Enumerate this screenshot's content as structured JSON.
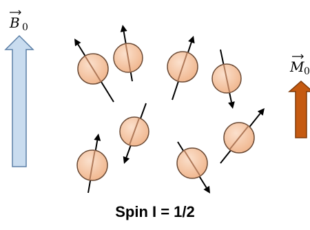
{
  "labels": {
    "b0_symbol": "B",
    "b0_subscript": "0",
    "m_symbol": "M",
    "m_subscript": "0",
    "caption": "Spin I = 1/2"
  },
  "colors": {
    "b0_arrow_fill": "#c9dcef",
    "b0_arrow_stroke": "#5b7fa6",
    "m_arrow_fill": "#c55a11",
    "m_arrow_stroke": "#7f3a0a",
    "sphere_fill": "#f6c7a6",
    "sphere_stroke": "#6b4a35",
    "spin_axis": "#000000"
  },
  "spins": [
    {
      "name": "spin-1",
      "direction": "up-left"
    },
    {
      "name": "spin-2",
      "direction": "up"
    },
    {
      "name": "spin-3",
      "direction": "up-right"
    },
    {
      "name": "spin-4",
      "direction": "down"
    },
    {
      "name": "spin-5",
      "direction": "down-left"
    },
    {
      "name": "spin-6",
      "direction": "up-right"
    },
    {
      "name": "spin-7",
      "direction": "up"
    },
    {
      "name": "spin-8",
      "direction": "down-right"
    }
  ]
}
